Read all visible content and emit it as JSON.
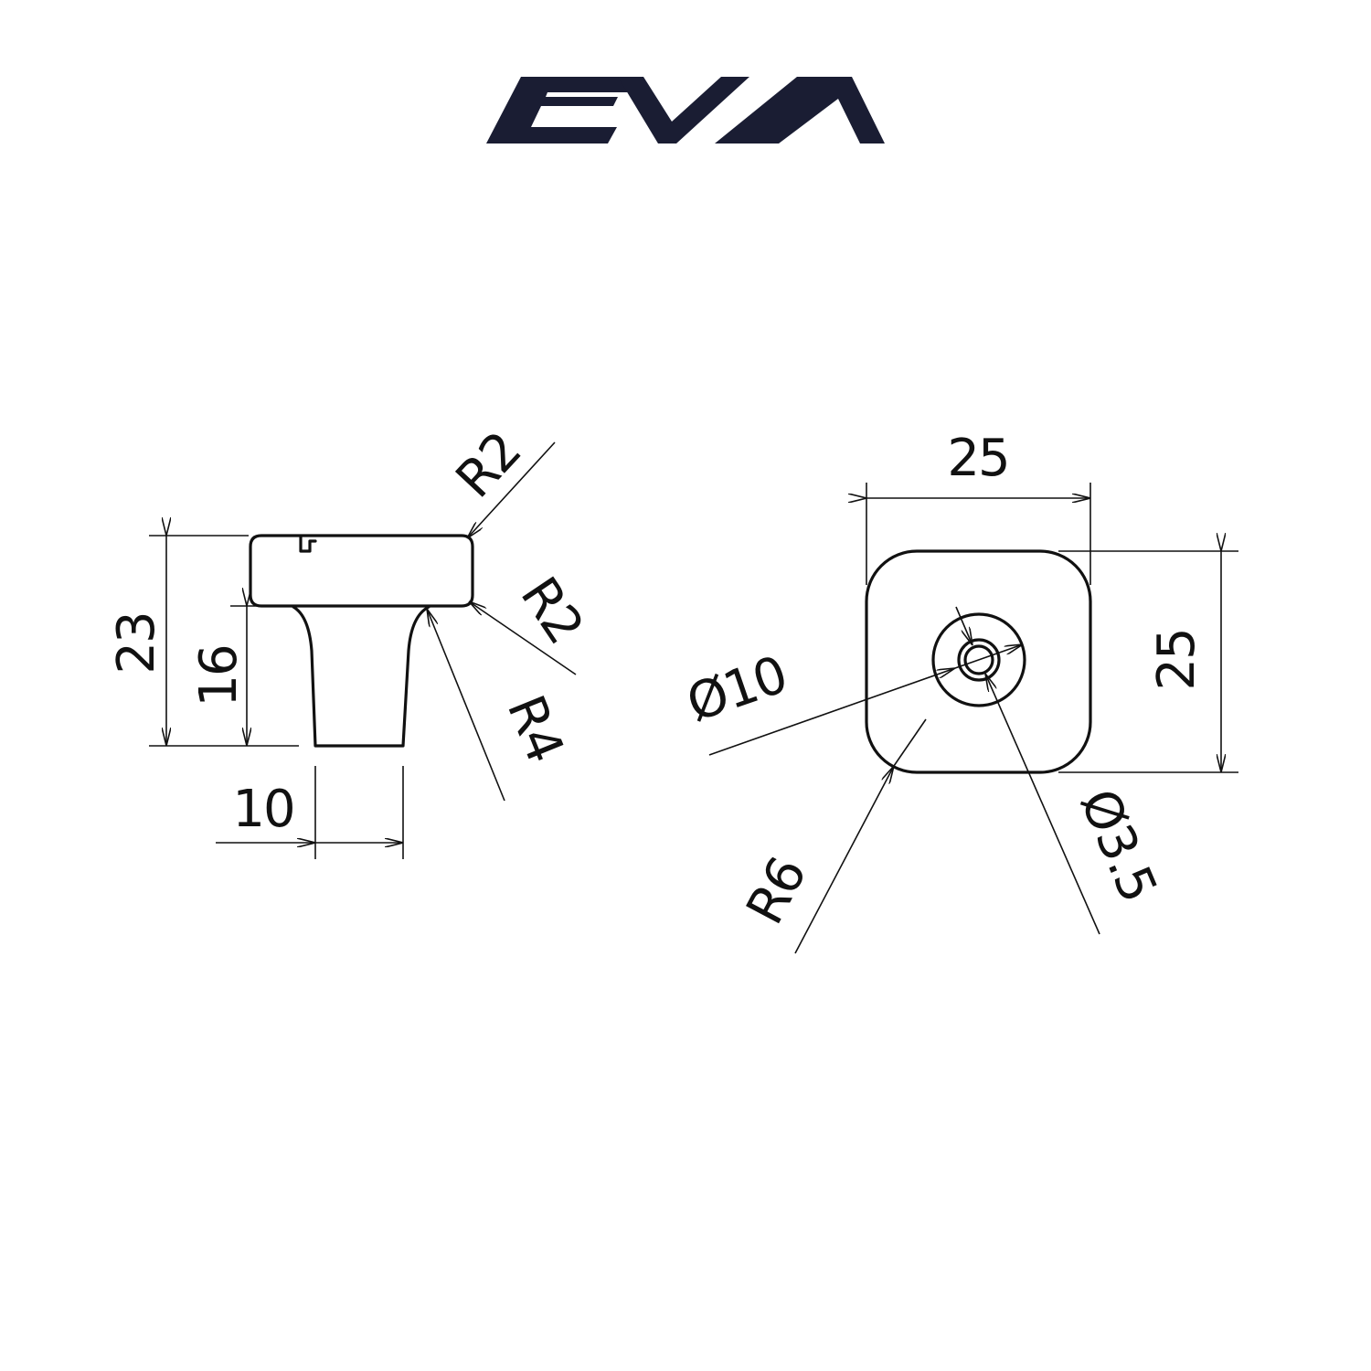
{
  "logo": {
    "text": "EVA",
    "color": "#1a1d33"
  },
  "side_view": {
    "labels": {
      "r2_top": "R2",
      "r2_bottom": "R2",
      "r4": "R4",
      "height_total": "23",
      "height_stem": "16",
      "width_stem": "10"
    }
  },
  "top_view": {
    "labels": {
      "width": "25",
      "height": "25",
      "outer_diameter": "Ø10",
      "hole_diameter": "Ø3.5",
      "corner_radius": "R6"
    }
  },
  "colors": {
    "line": "#111111",
    "background": "#ffffff"
  }
}
